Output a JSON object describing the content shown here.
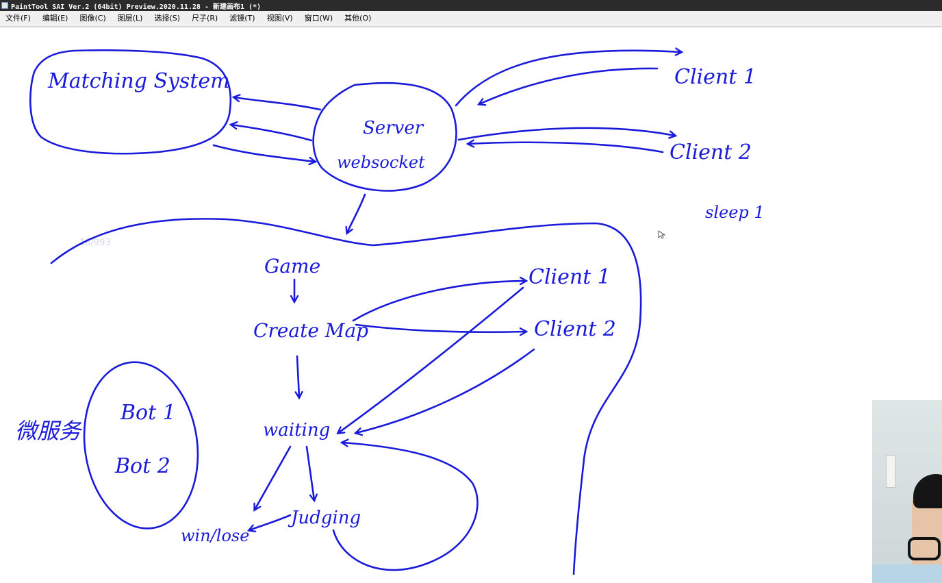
{
  "window": {
    "title": "PaintTool SAI Ver.2 (64bit) Preview.2020.11.28 - 新建画布1 (*)"
  },
  "menu": {
    "items": [
      "文件(F)",
      "编辑(E)",
      "图像(C)",
      "图层(L)",
      "选择(S)",
      "尺子(R)",
      "滤镜(T)",
      "视图(V)",
      "窗口(W)",
      "其他(O)"
    ]
  },
  "canvas": {
    "ghost_text": "16/993",
    "labels": {
      "matching_system": "Matching System",
      "server": "Server",
      "websocket": "websocket",
      "client1_top": "Client 1",
      "client2_top": "Client 2",
      "sleep": "sleep 1",
      "game": "Game",
      "create_map": "Create Map",
      "client1_mid": "Client 1",
      "client2_mid": "Client 2",
      "waiting": "waiting",
      "judging": "Judging",
      "win_lose": "win/lose",
      "bot1": "Bot 1",
      "bot2": "Bot 2",
      "micro_service": "微服务"
    }
  },
  "colors": {
    "ink": "#1a1adb",
    "titlebar": "#2b2b2b",
    "menubar": "#f0f0f0"
  },
  "icons": {
    "app": "painttool-sai-icon",
    "cursor": "arrow-cursor-icon"
  }
}
